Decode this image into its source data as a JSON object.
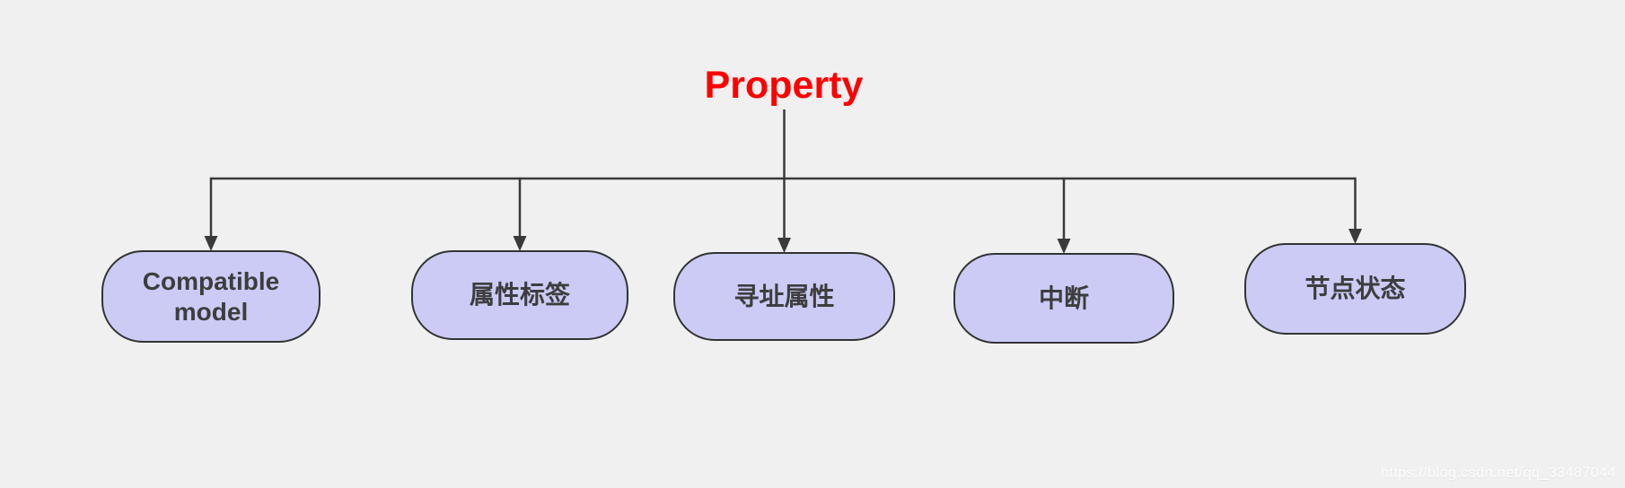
{
  "title": {
    "text": "Property"
  },
  "nodes": [
    {
      "id": "compatible-model",
      "label": "Compatible model"
    },
    {
      "id": "property-tags",
      "label": "属性标签"
    },
    {
      "id": "addressing-property",
      "label": "寻址属性"
    },
    {
      "id": "interrupt",
      "label": "中断"
    },
    {
      "id": "node-status",
      "label": "节点状态"
    }
  ],
  "watermark": {
    "text": "https://blog.csdn.net/qq_33487044"
  },
  "colors": {
    "background": "#f0f0f0",
    "title": "#ff0000",
    "node_fill": "#cbcbf6",
    "node_border": "#333333",
    "node_text": "#3d3d3d",
    "connector": "#3a3a3a"
  }
}
